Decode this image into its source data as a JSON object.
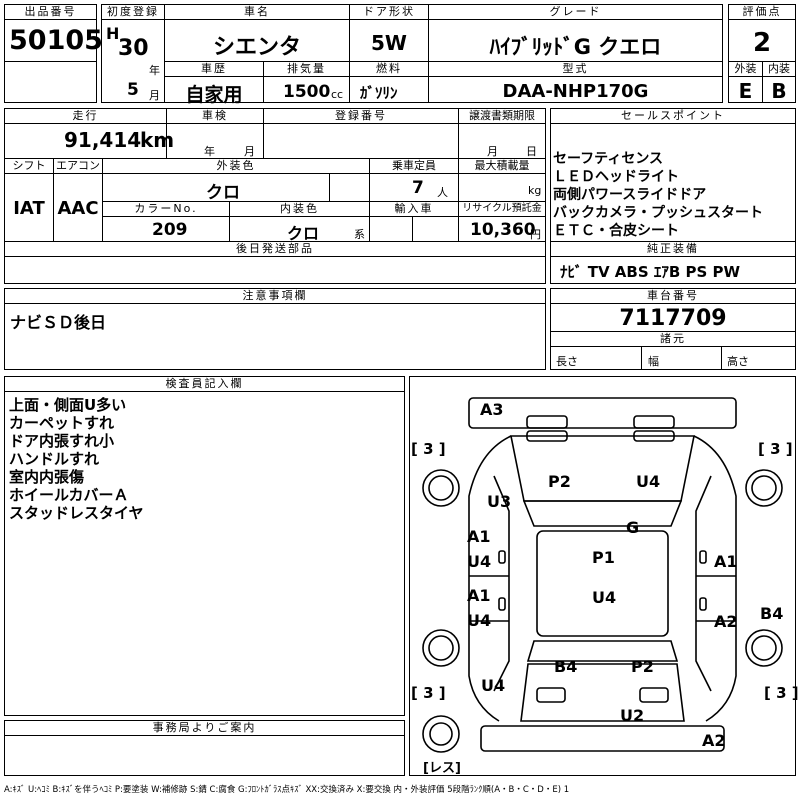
{
  "header": {
    "lot_label": "出品番号",
    "lot_no": "50105",
    "first_reg_label": "初度登録",
    "era": "H",
    "year": "30",
    "year_unit": "年",
    "month": "5",
    "month_unit": "月",
    "car_name_label": "車名",
    "car_name": "シエンタ",
    "door_label": "ドア形状",
    "door": "5W",
    "grade_label": "グレード",
    "grade": "ﾊｲﾌﾞﾘｯﾄﾞG クエロ",
    "score_label": "評価点",
    "score": "2",
    "history_label": "車歴",
    "history": "自家用",
    "disp_label": "排気量",
    "disp": "1500",
    "disp_unit": "cc",
    "fuel_label": "燃料",
    "fuel": "ｶﾞｿﾘﾝ",
    "model_label": "型式",
    "model": "DAA-NHP170G",
    "ext_label": "外装",
    "ext": "E",
    "int_label": "内装",
    "int": "B"
  },
  "row2": {
    "mileage_label": "走行",
    "mileage": "91,414",
    "mileage_unit": "km",
    "inspection_label": "車検",
    "insp_year_unit": "年",
    "insp_month_unit": "月",
    "reg_no_label": "登録番号",
    "transfer_label": "譲渡書類期限",
    "tr_month_unit": "月",
    "tr_day_unit": "日",
    "shift_label": "シフト",
    "shift": "IAT",
    "ac_label": "エアコン",
    "ac": "AAC",
    "color_label": "外装色",
    "color": "クロ",
    "capacity_label": "乗車定員",
    "capacity": "7",
    "capacity_unit": "人",
    "load_label": "最大積載量",
    "load_unit": "kg",
    "color_no_label": "カラーNo.",
    "color_no": "209",
    "int_color_label": "内装色",
    "int_color": "クロ",
    "int_color_unit": "系",
    "import_label": "輸入車",
    "recycle_label": "リサイクル預託金",
    "recycle": "10,360",
    "recycle_unit": "円",
    "later_label": "後日発送部品"
  },
  "sales": {
    "label": "セールスポイント",
    "items": [
      "セーフティセンス",
      "ＬＥＤヘッドライト",
      "両側パワースライドドア",
      "バックカメラ・プッシュスタート",
      "ＥＴＣ・合皮シート"
    ],
    "equip_label": "純正装備",
    "equip": "ﾅﾋﾞ TV ABS ｴｱB PS PW"
  },
  "notice": {
    "label": "注意事項欄",
    "text": "ナビＳＤ後日"
  },
  "chassis": {
    "label": "車台番号",
    "value": "7117709",
    "dims_label": "諸元",
    "length_label": "長さ",
    "width_label": "幅",
    "height_label": "高さ"
  },
  "inspector": {
    "label": "検査員記入欄",
    "lines": [
      "上面・側面U多い",
      "カーペットすれ",
      "ドア内張すれ小",
      "ハンドルすれ",
      "室内内張傷",
      "ホイールカバーＡ",
      "スタッドレスタイヤ"
    ]
  },
  "diagram": {
    "marks": {
      "a3": "A3",
      "p2_top": "P2",
      "u4_top": "U4",
      "u3": "U3",
      "g": "G",
      "a1_l1": "A1",
      "u4_l1": "U4",
      "p1": "P1",
      "a1_r1": "A1",
      "a1_l2": "A1",
      "u4_l2": "U4",
      "u4_mid": "U4",
      "a2_r": "A2",
      "b4_r": "B4",
      "b4_rear": "B4",
      "p2_rear": "P2",
      "u4_rear": "U4",
      "u2": "U2",
      "a2_bottom": "A2",
      "bracket_tl": "[ 3 ]",
      "bracket_tr": "[ 3 ]",
      "bracket_bl": "[ 3 ]",
      "bracket_br": "[ 3 ]",
      "spare": "[レス]"
    }
  },
  "office": {
    "label": "事務局よりご案内"
  },
  "legend": "A:ｷｽﾞ U:ﾍｺﾐ B:ｷｽﾞを伴うﾍｺﾐ P:要塗装 W:補修跡 S:錆 C:腐食 G:ﾌﾛﾝﾄｶﾞﾗｽ点ｷｽﾞ XX:交換済み X:要交換 内・外装評価 5段階ﾗﾝｸ順(A・B・C・D・E) 1"
}
